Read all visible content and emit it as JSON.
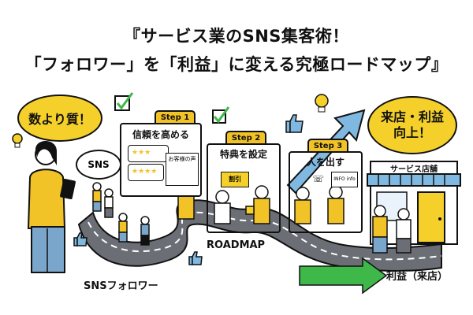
{
  "title": {
    "line1": "『サービス業のSNS集客術！",
    "line2": "「フォロワー」を「利益」に変える究極ロードマップ』"
  },
  "bubbles": {
    "left": "数より質！",
    "right_line1": "来店・利益",
    "right_line2": "向上！",
    "sns": "SNS"
  },
  "steps": [
    {
      "tab": "Step 1",
      "title": "信頼を高める",
      "card_text": "お客様の声"
    },
    {
      "tab": "Step 2",
      "title": "特典を設定",
      "coupon": "割引"
    },
    {
      "tab": "Step 3",
      "title": "人を出す",
      "card_text": "INFO info"
    }
  ],
  "store": {
    "sign": "サービス店舗"
  },
  "labels": {
    "roadmap": "ROADMAP",
    "followers": "SNSフォロワー",
    "profit": "利益（来店）"
  },
  "colors": {
    "accent_yellow": "#f5d02a",
    "road": "#6b6f75",
    "arrow_green": "#3fb84a",
    "arrow_blue": "#7fb8e0",
    "shirt_yellow": "#f2c326",
    "pants_blue": "#7aa6cc"
  }
}
